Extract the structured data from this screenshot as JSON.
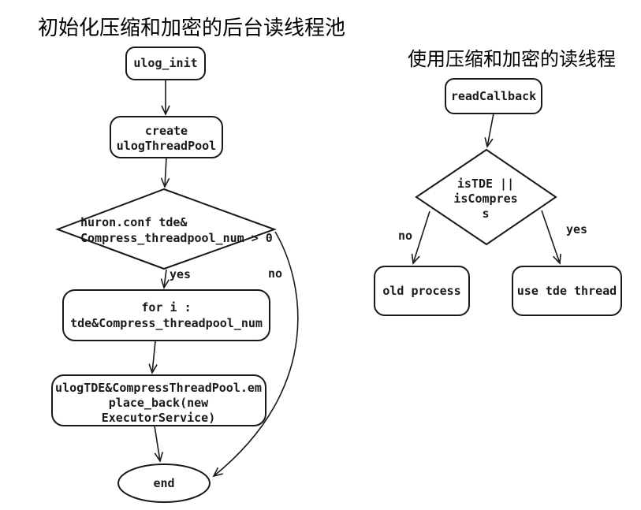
{
  "colors": {
    "background": "#ffffff",
    "stroke": "#1a1a1a",
    "node_fill": "#ffffff"
  },
  "left_chart": {
    "title": "初始化压缩和加密的后台读线程池",
    "nodes": {
      "ulog_init": {
        "label": "ulog_init"
      },
      "create_pool": {
        "lines": [
          "create",
          "ulogThreadPool"
        ]
      },
      "decision": {
        "lines": [
          "huron.conf tde&",
          "Compress_threadpool_num > 0"
        ]
      },
      "for_loop": {
        "lines": [
          "for i :",
          "tde&Compress_threadpool_num"
        ]
      },
      "emplace": {
        "lines": [
          "ulogTDE&CompressThreadPool.em",
          "place_back(new",
          "ExecutorService)"
        ]
      },
      "end": {
        "label": "end"
      }
    },
    "edge_labels": {
      "yes": "yes",
      "no": "no"
    }
  },
  "right_chart": {
    "title": "使用压缩和加密的读线程",
    "nodes": {
      "read_callback": {
        "label": "readCallback"
      },
      "decision": {
        "lines": [
          "isTDE ||",
          "isCompres",
          "s"
        ]
      },
      "old_process": {
        "label": "old process"
      },
      "use_tde_thread": {
        "label": "use tde thread"
      }
    },
    "edge_labels": {
      "yes": "yes",
      "no": "no"
    }
  }
}
